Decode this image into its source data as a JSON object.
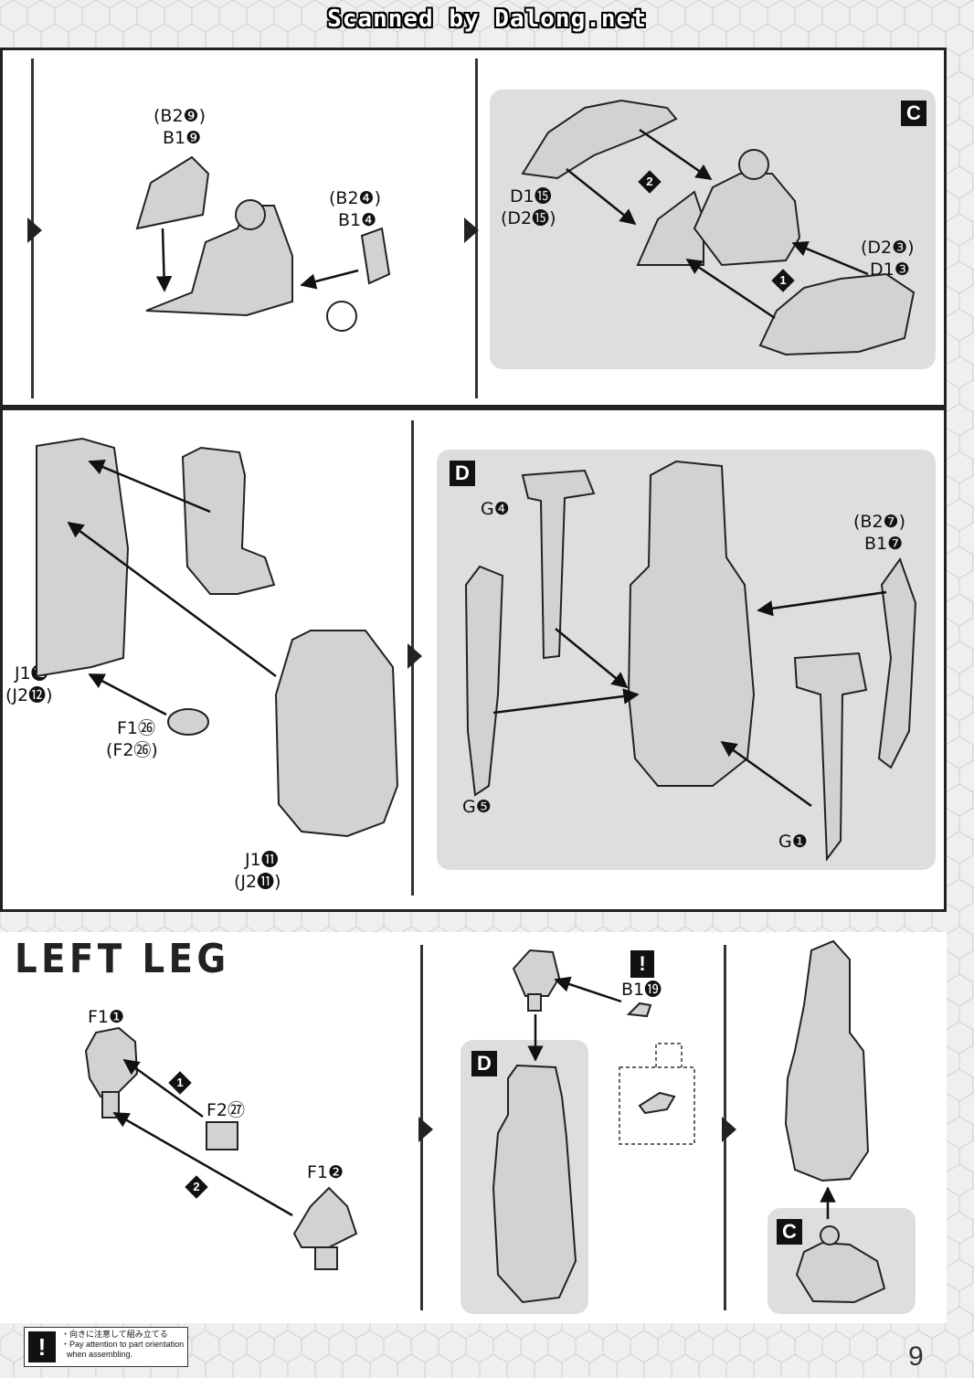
{
  "watermark": "Scanned by Dalong.net",
  "section_title": "LEFT LEG",
  "page_number": "9",
  "note": {
    "icon": "exclamation-icon",
    "line1": "・向きに注意して組み立てる",
    "line2": "・Pay attention to part orientation",
    "line3": "when assembling."
  },
  "panel1": {
    "label_b2_9": "(B2❾)",
    "label_b1_9": "B1❾",
    "label_b2_4": "(B2❹)",
    "label_b1_4": "B1❹",
    "sub_letter": "C",
    "label_d1_15": "D1⓯",
    "label_d2_15": "(D2⓯)",
    "label_d2_3": "(D2❸)",
    "label_d1_3": "D1❸",
    "step1": "1",
    "step2": "2"
  },
  "panel2": {
    "label_j1_12": "J1⓬",
    "label_j2_12": "(J2⓬)",
    "label_f1_26": "F1㉖",
    "label_f2_26": "(F2㉖)",
    "label_j1_11": "J1⓫",
    "label_j2_11": "(J2⓫)",
    "sub_letter": "D",
    "label_g4": "G❹",
    "label_b2_7": "(B2❼)",
    "label_b1_7": "B1❼",
    "label_g5": "G❺",
    "label_g1": "G❶"
  },
  "panel3": {
    "label_f1_1": "F1❶",
    "label_f2_27": "F2㉗",
    "label_f1_2": "F1❷",
    "label_b1_19": "B1⓳",
    "sub_d": "D",
    "sub_c": "C",
    "step1": "1",
    "step2": "2"
  }
}
